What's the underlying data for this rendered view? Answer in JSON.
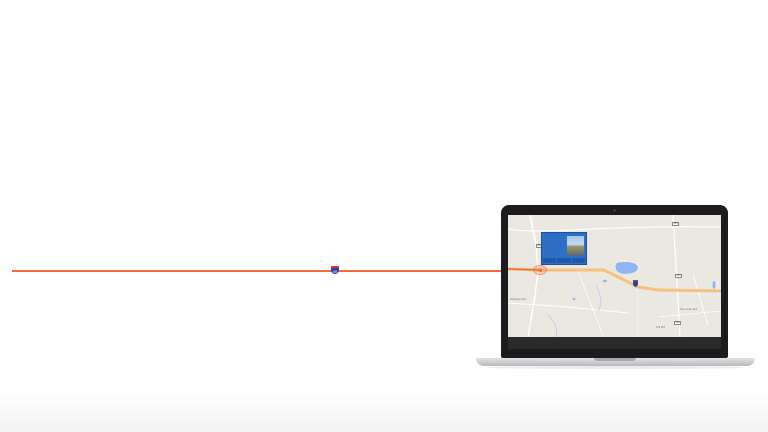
{
  "highway": {
    "shield_number": "45"
  },
  "map": {
    "info_card": {
      "lines": [
        "",
        "",
        "",
        "",
        "",
        "",
        "",
        ""
      ]
    },
    "road_labels": [
      "Wickson Rd",
      "Mountain Rd",
      "Hill Rd"
    ],
    "route_badges": [
      "133",
      "133",
      "133",
      "133"
    ]
  },
  "colors": {
    "route": "#f26b3a",
    "route_on_map": "#f6c07e",
    "water": "#8fb4f2",
    "map_land": "#ebe8e1",
    "info_card": "#2d6fc4",
    "laptop_body": "#1c1c1e"
  }
}
